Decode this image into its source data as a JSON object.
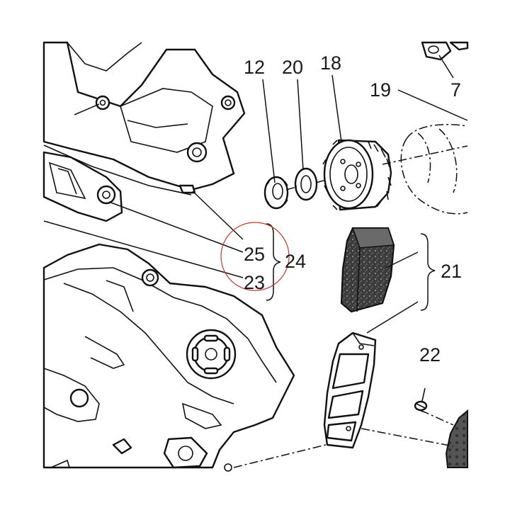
{
  "diagram": {
    "callouts": [
      {
        "id": "c12",
        "text": "12"
      },
      {
        "id": "c20",
        "text": "20"
      },
      {
        "id": "c18",
        "text": "18"
      },
      {
        "id": "c19",
        "text": "19"
      },
      {
        "id": "c7",
        "text": "7"
      },
      {
        "id": "c25",
        "text": "25"
      },
      {
        "id": "c24",
        "text": "24"
      },
      {
        "id": "c23",
        "text": "23"
      },
      {
        "id": "c21",
        "text": "21"
      },
      {
        "id": "c22",
        "text": "22"
      }
    ],
    "highlight_color": "#c0392b",
    "pad_color": "#4a4a4a"
  }
}
